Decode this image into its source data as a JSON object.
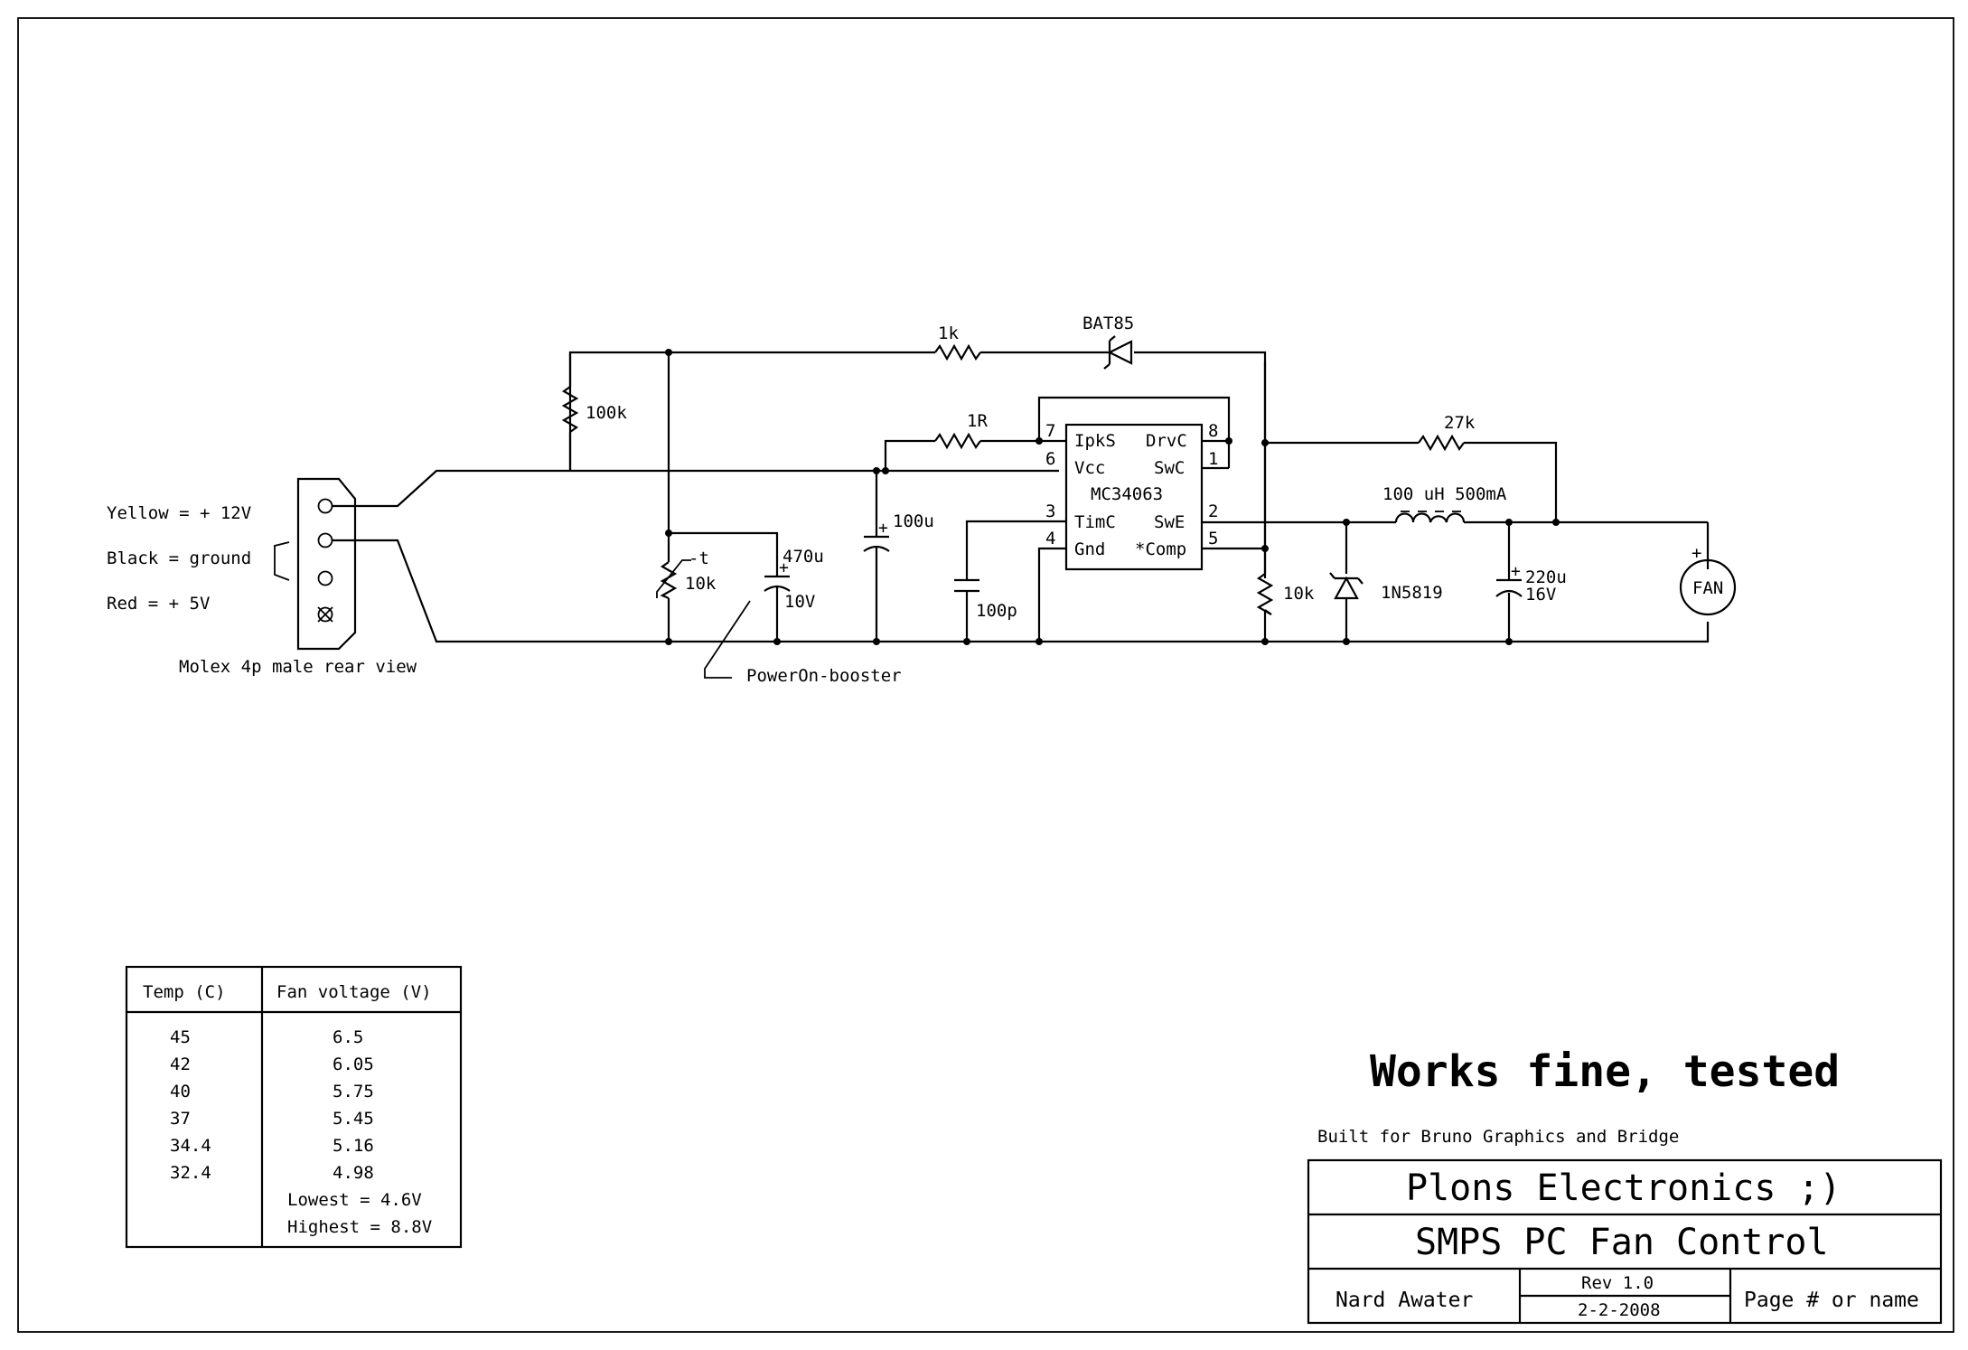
{
  "molex": {
    "yellow": "Yellow = + 12V",
    "black": "Black = ground",
    "red": "Red = + 5V",
    "caption": "Molex 4p male rear view"
  },
  "components": {
    "r_100k": "100k",
    "r_1k": "1k",
    "d_bat85": "BAT85",
    "r_1r": "1R",
    "r_27k": "27k",
    "ntc_t": "-t",
    "ntc_val": "10k",
    "c_470u": "470u",
    "c_470u_v": "10V",
    "poweron": "PowerOn-booster",
    "c_100u": "100u",
    "c_100p": "100p",
    "r_10k": "10k",
    "d_1n5819": "1N5819",
    "inductor": "100 uH 500mA",
    "c_220u": "220u",
    "c_220u_v": "16V",
    "fan": "FAN",
    "fan_plus": "+"
  },
  "ic": {
    "name": "MC34063",
    "pins": {
      "p7": "7",
      "p6": "6",
      "p3": "3",
      "p4": "4",
      "p8": "8",
      "p1": "1",
      "p2": "2",
      "p5": "5"
    },
    "pin_labels": {
      "ipks": "IpkS",
      "vcc": "Vcc",
      "timc": "TimC",
      "gnd": "Gnd",
      "drvc": "DrvC",
      "swc": "SwC",
      "swe": "SwE",
      "comp": "*Comp"
    }
  },
  "table": {
    "headers": [
      "Temp (C)",
      "Fan voltage (V)"
    ],
    "rows": [
      [
        "45",
        "6.5"
      ],
      [
        "42",
        "6.05"
      ],
      [
        "40",
        "5.75"
      ],
      [
        "37",
        "5.45"
      ],
      [
        "34.4",
        "5.16"
      ],
      [
        "32.4",
        "4.98"
      ]
    ],
    "lowest": "Lowest = 4.6V",
    "highest": "Highest = 8.8V"
  },
  "notes": {
    "status": "Works fine, tested",
    "built_for": "Built for Bruno Graphics and Bridge"
  },
  "title_block": {
    "company": "Plons Electronics ;)",
    "title": "SMPS PC Fan Control",
    "author": "Nard Awater",
    "rev": "Rev 1.0",
    "date": "2-2-2008",
    "page": "Page # or name"
  }
}
